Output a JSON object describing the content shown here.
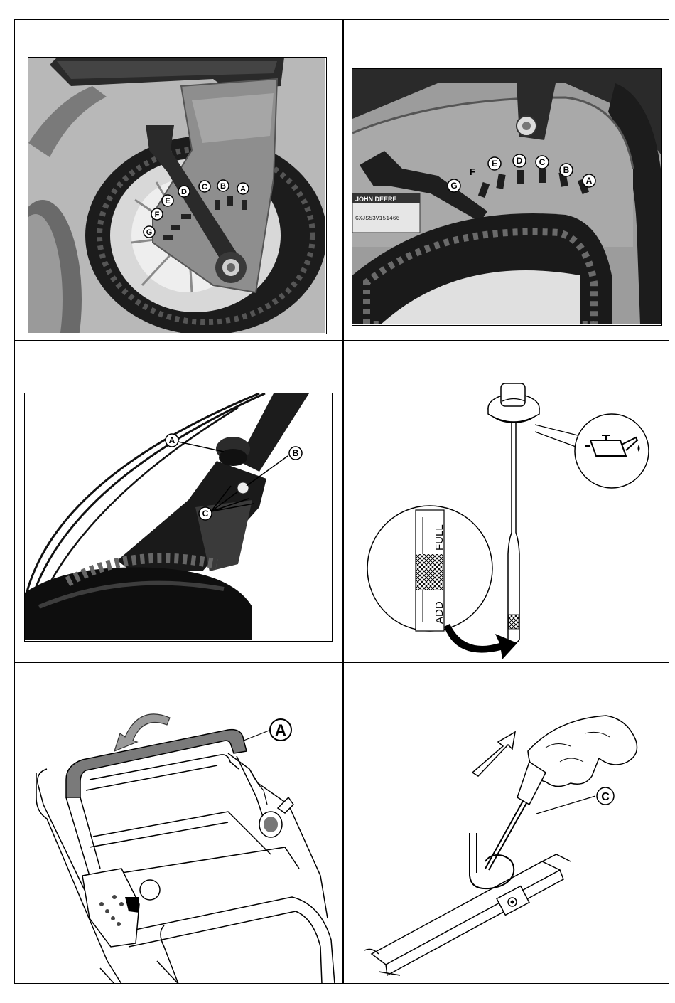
{
  "panels": {
    "p1": {
      "callouts": [
        "A",
        "B",
        "C",
        "D",
        "E",
        "F",
        "G"
      ]
    },
    "p2": {
      "callouts": [
        "A",
        "B",
        "C",
        "D",
        "E",
        "F",
        "G"
      ],
      "label_brand": "JOHN DEERE",
      "label_serial": "GXJS53V151466"
    },
    "p3": {
      "callouts": [
        "A",
        "B",
        "C"
      ]
    },
    "p4": {
      "dipstick_full": "FULL",
      "dipstick_add": "ADD"
    },
    "p5": {
      "callout": "A"
    },
    "p6": {
      "callout": "C"
    }
  },
  "icons": {
    "oil_can": "oil-can-icon",
    "rotate_arrow": "curved-arrow-icon",
    "lift_arrow": "up-arrow-icon"
  }
}
